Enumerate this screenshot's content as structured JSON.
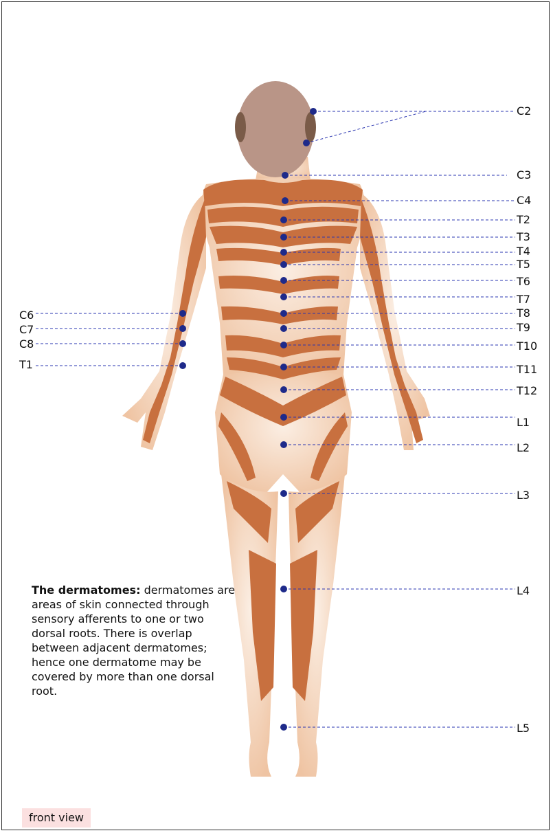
{
  "caption": {
    "title": "The dermatomes:",
    "text": "dermatomes are areas of skin connected through sensory afferents to one or two dorsal roots. There is overlap between adjacent dermatomes; hence one dermatome may be covered by more than one dorsal root."
  },
  "view_tag": "front view",
  "labels": {
    "c2": "C2",
    "c3": "C3",
    "c4": "C4",
    "t2": "T2",
    "t3": "T3",
    "t4": "T4",
    "t5": "T5",
    "t6": "T6",
    "t7": "T7",
    "t8": "T8",
    "t9": "T9",
    "t10": "T10",
    "t11": "T11",
    "t12": "T12",
    "l1": "L1",
    "l2": "L2",
    "l3": "L3",
    "l4": "L4",
    "l5": "L5",
    "c6": "C6",
    "c7": "C7",
    "c8": "C8",
    "t1": "T1"
  },
  "colors": {
    "skin_band": "#c8703f",
    "skin_light": "#f3d5bd",
    "head": "#b99587",
    "marker": "#1e2a8a",
    "leader": "#2a35b0",
    "tag_background": "#fbe0e0"
  }
}
